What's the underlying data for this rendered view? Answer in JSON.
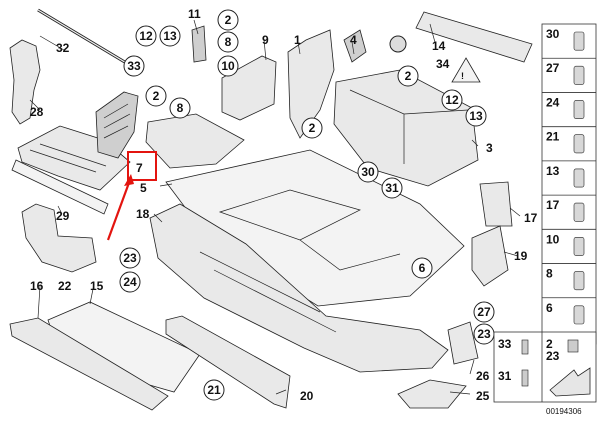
{
  "callouts": {
    "c12a": "12",
    "c13a": "13",
    "c2a": "2",
    "c8a": "8",
    "c10a": "10",
    "c33a": "33",
    "c34a": "34",
    "c2b": "2",
    "c8b": "8",
    "c2c": "2",
    "c2d": "2",
    "c12b": "12",
    "c13b": "13",
    "c30": "30",
    "c31": "31",
    "c6": "6",
    "c23a": "23",
    "c24a": "24",
    "c27a": "27",
    "c23b": "23",
    "c21": "21"
  },
  "labels": {
    "l11": "11",
    "l9": "9",
    "l1": "1",
    "l4": "4",
    "l14": "14",
    "l32": "32",
    "l28": "28",
    "l7": "7",
    "l5": "5",
    "l18": "18",
    "l3": "3",
    "l29": "29",
    "l17": "17",
    "l19": "19",
    "l16": "16",
    "l22": "22",
    "l15": "15",
    "l26": "26",
    "l25": "25",
    "l20": "20"
  },
  "legend": {
    "rows": [
      "30",
      "27",
      "24",
      "21",
      "13",
      "17",
      "10",
      "8",
      "6"
    ],
    "bottom_left": [
      "33",
      "31"
    ],
    "bottom_right": [
      "2",
      "23"
    ]
  },
  "ref_code": "00194306",
  "highlight_color": "#e3140f"
}
